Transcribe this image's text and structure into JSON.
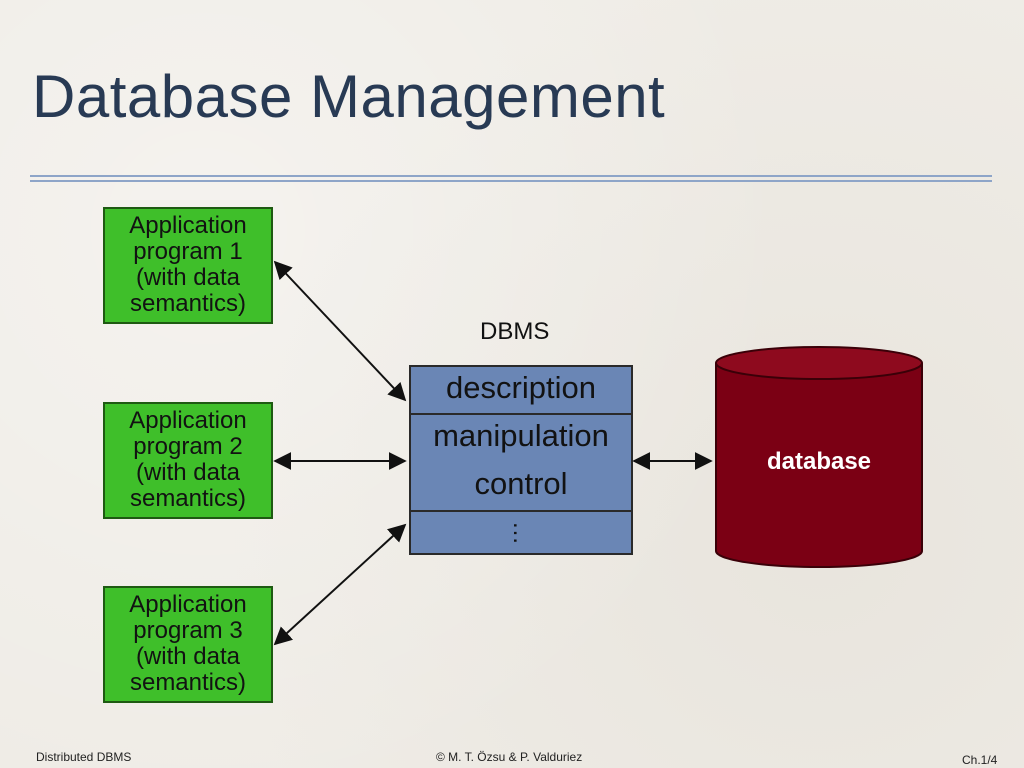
{
  "title": "Database Management",
  "applications": [
    {
      "label": "Application\nprogram 1\n(with data\nsemantics)"
    },
    {
      "label": "Application\nprogram 2\n(with data\nsemantics)"
    },
    {
      "label": "Application\nprogram 3\n(with data\nsemantics)"
    }
  ],
  "dbms": {
    "label": "DBMS",
    "components": [
      "description",
      "manipulation",
      "control"
    ],
    "more": "…"
  },
  "database": {
    "label": "database"
  },
  "footer": {
    "left": "Distributed DBMS",
    "center": "© M. T. Özsu & P. Valduriez",
    "right": "Ch.1/4"
  },
  "colors": {
    "title": "#283a54",
    "app_box": "#3fbf2a",
    "dbms_box": "#6a86b5",
    "database": "#7b0014"
  }
}
